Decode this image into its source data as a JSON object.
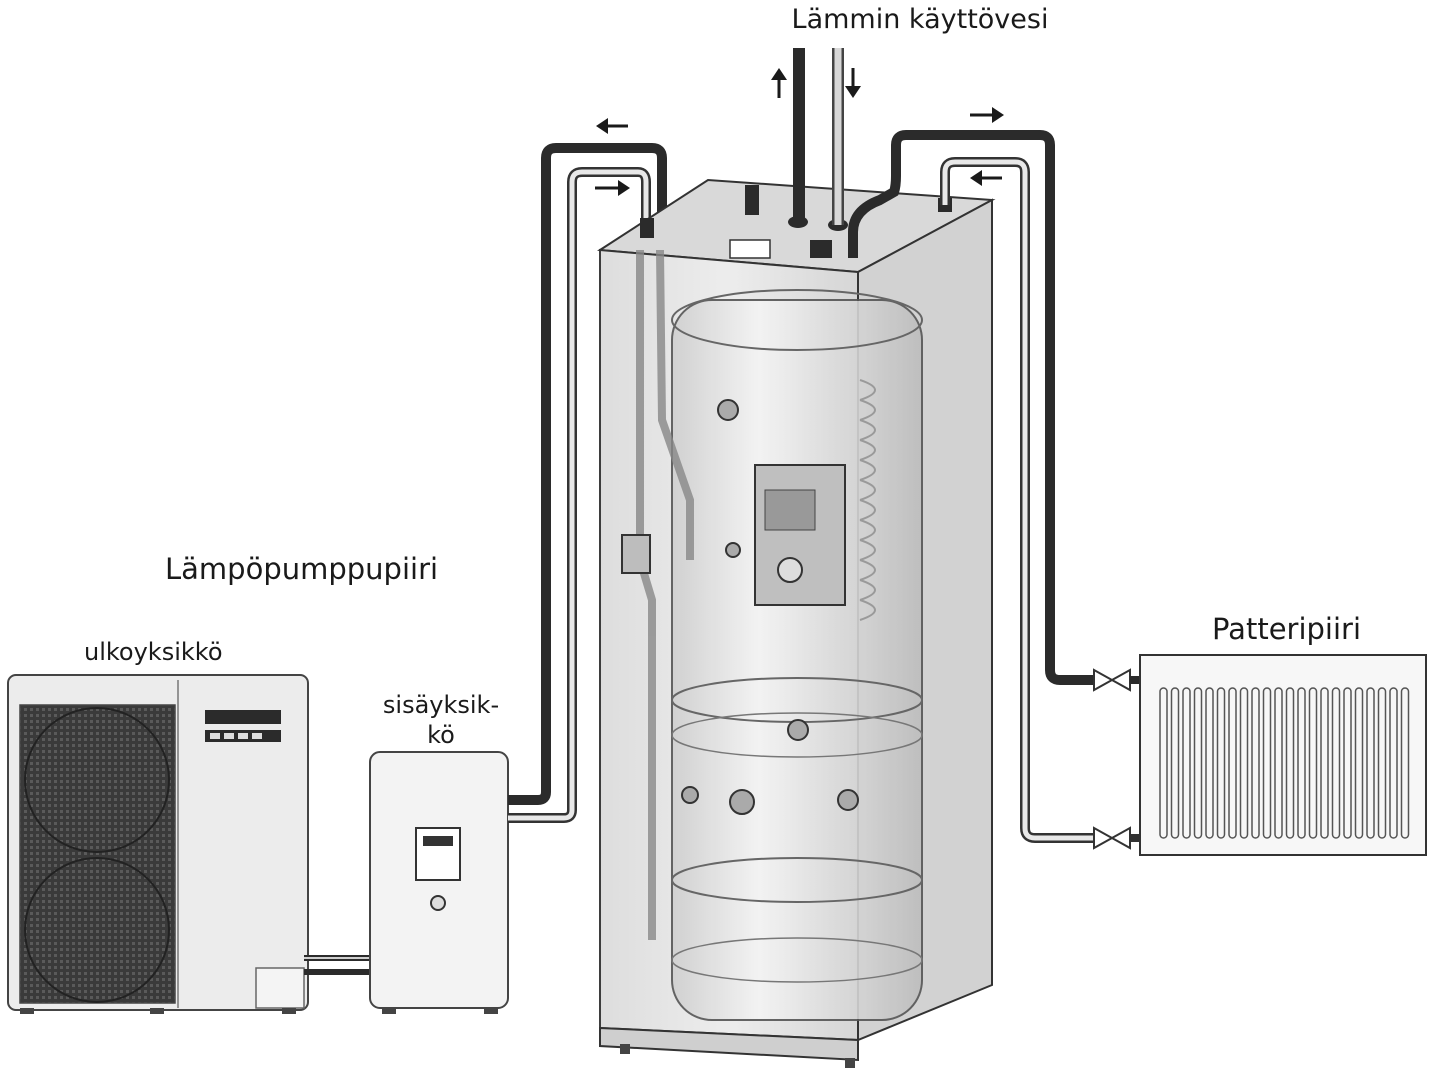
{
  "labels": {
    "hot_water": "Lämmin käyttövesi",
    "heat_pump_circuit": "Lämpöpumppupiiri",
    "outdoor_unit": "ulkoyksikkö",
    "indoor_unit_line1": "sisäyksik-",
    "indoor_unit_line2": "kö",
    "radiator_circuit": "Patteripiiri"
  },
  "colors": {
    "pipe_dark": "#2b2b2b",
    "pipe_light": "#bdbdbd",
    "tank_glass": "#e8e8e8",
    "outline": "#333333"
  }
}
